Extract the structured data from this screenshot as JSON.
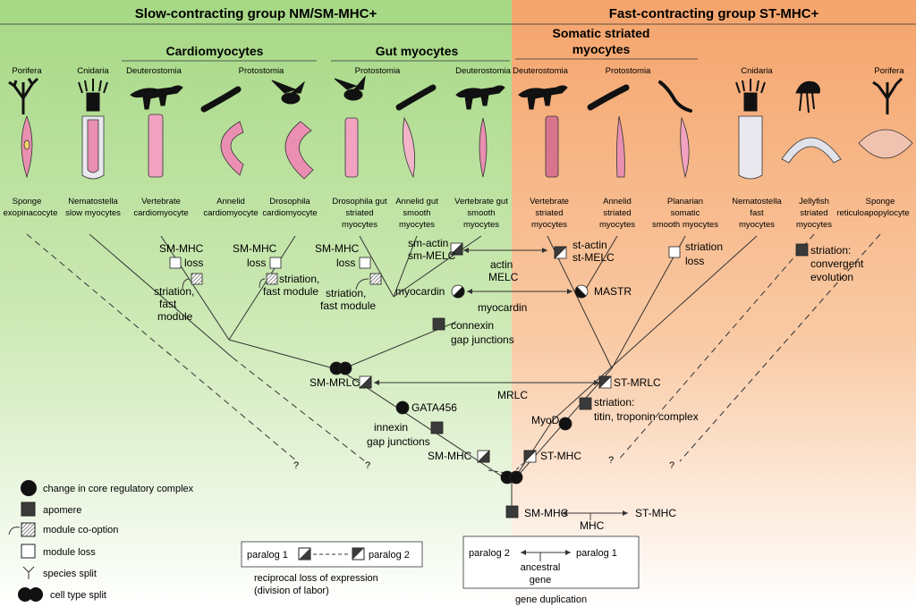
{
  "headers": {
    "slow": "Slow-contracting group NM/SM-MHC+",
    "fast": "Fast-contracting group ST-MHC+"
  },
  "subheaders": {
    "cardiomyocytes": "Cardiomyocytes",
    "gut": "Gut myocytes",
    "somatic_line1": "Somatic striated",
    "somatic_line2": "myocytes"
  },
  "taxa": [
    "Porifera",
    "Cnidaria",
    "Deuterostomia",
    "Protostomia",
    "Protostomia",
    "Deuterostomia",
    "Deuterostomia",
    "Protostomia",
    "Cnidaria",
    "Porifera"
  ],
  "cell_types": [
    {
      "line1": "Sponge",
      "line2": "exopinacocyte"
    },
    {
      "line1": "Nematostella",
      "line2": "slow myocytes"
    },
    {
      "line1": "Vertebrate",
      "line2": "cardiomyocyte"
    },
    {
      "line1": "Annelid",
      "line2": "cardiomyocyte"
    },
    {
      "line1": "Drosophila",
      "line2": "cardiomyocyte"
    },
    {
      "line1": "Drosophila gut",
      "line2": "striated",
      "line3": "myocytes"
    },
    {
      "line1": "Annelid gut",
      "line2": "smooth",
      "line3": "myocytes"
    },
    {
      "line1": "Vertebrate gut",
      "line2": "smooth",
      "line3": "myocytes"
    },
    {
      "line1": "Vertebrate",
      "line2": "striated",
      "line3": "myocytes"
    },
    {
      "line1": "Annelid",
      "line2": "striated",
      "line3": "myocytes"
    },
    {
      "line1": "Planarian",
      "line2": "somatic",
      "line3": "smooth myocytes"
    },
    {
      "line1": "Nematostella",
      "line2": "fast",
      "line3": "myocytes"
    },
    {
      "line1": "Jellyfish",
      "line2": "striated",
      "line3": "myocytes"
    },
    {
      "line1": "Sponge",
      "line2": "reticuloapopylocyte"
    }
  ],
  "tree_labels": {
    "smmhc_loss_1": "SM-MHC",
    "loss_1": "loss",
    "striation_1": "striation,",
    "fast_1": "fast",
    "module_1": "module",
    "smmhc_loss_2": "SM-MHC",
    "loss_2": "loss",
    "striation_2": "striation,",
    "fast_module_2": "fast module",
    "smmhc_loss_3": "SM-MHC",
    "loss_3": "loss",
    "striation_3": "striation,",
    "fast_module_3": "fast module",
    "sm_actin": "sm-actin",
    "sm_melc": "sm-MELC",
    "actin": "actin",
    "melc": "MELC",
    "st_actin": "st-actin",
    "st_melc": "st-MELC",
    "striation_loss_1": "striation",
    "striation_loss_2": "loss",
    "conv_1": "striation:",
    "conv_2": "convergent",
    "conv_3": "evolution",
    "myocardin_left": "myocardin",
    "myocardin_mid": "myocardin",
    "mastr": "MASTR",
    "connexin": "connexin",
    "gap_junctions_1": "gap junctions",
    "sm_mrlc": "SM-MRLC",
    "mrlc": "MRLC",
    "st_mrlc": "ST-MRLC",
    "gata456": "GATA456",
    "striation_titin_1": "striation:",
    "striation_titin_2": "titin, troponin complex",
    "myod": "MyoD",
    "innexin": "innexin",
    "gap_junctions_2": "gap junctions",
    "sm_mhc_low": "SM-MHC",
    "st_mhc_low": "ST-MHC",
    "q1": "?",
    "q2": "?",
    "q3": "?",
    "q4": "?",
    "root_smmhc": "SM-MHC",
    "root_mhc": "MHC",
    "root_stmhc": "ST-MHC"
  },
  "legend": {
    "core_complex": "change in core regulatory complex",
    "apomere": "apomere",
    "cooption": "module co-option",
    "loss": "module loss",
    "species_split": "species split",
    "cell_split": "cell type split"
  },
  "paralog_box": {
    "p1": "paralog 1",
    "p2": "paralog 2",
    "cap1": "reciprocal loss of expression",
    "cap2": "(division of labor)"
  },
  "dup_box": {
    "p2": "paralog 2",
    "p1": "paralog 1",
    "ancestral": "ancestral",
    "gene": "gene",
    "caption": "gene duplication"
  },
  "colors": {
    "slow_bg": "#aedc8c",
    "fast_bg": "#f6a870",
    "mark": "#3a3a3a",
    "cell_pink": "#e98fb0"
  }
}
